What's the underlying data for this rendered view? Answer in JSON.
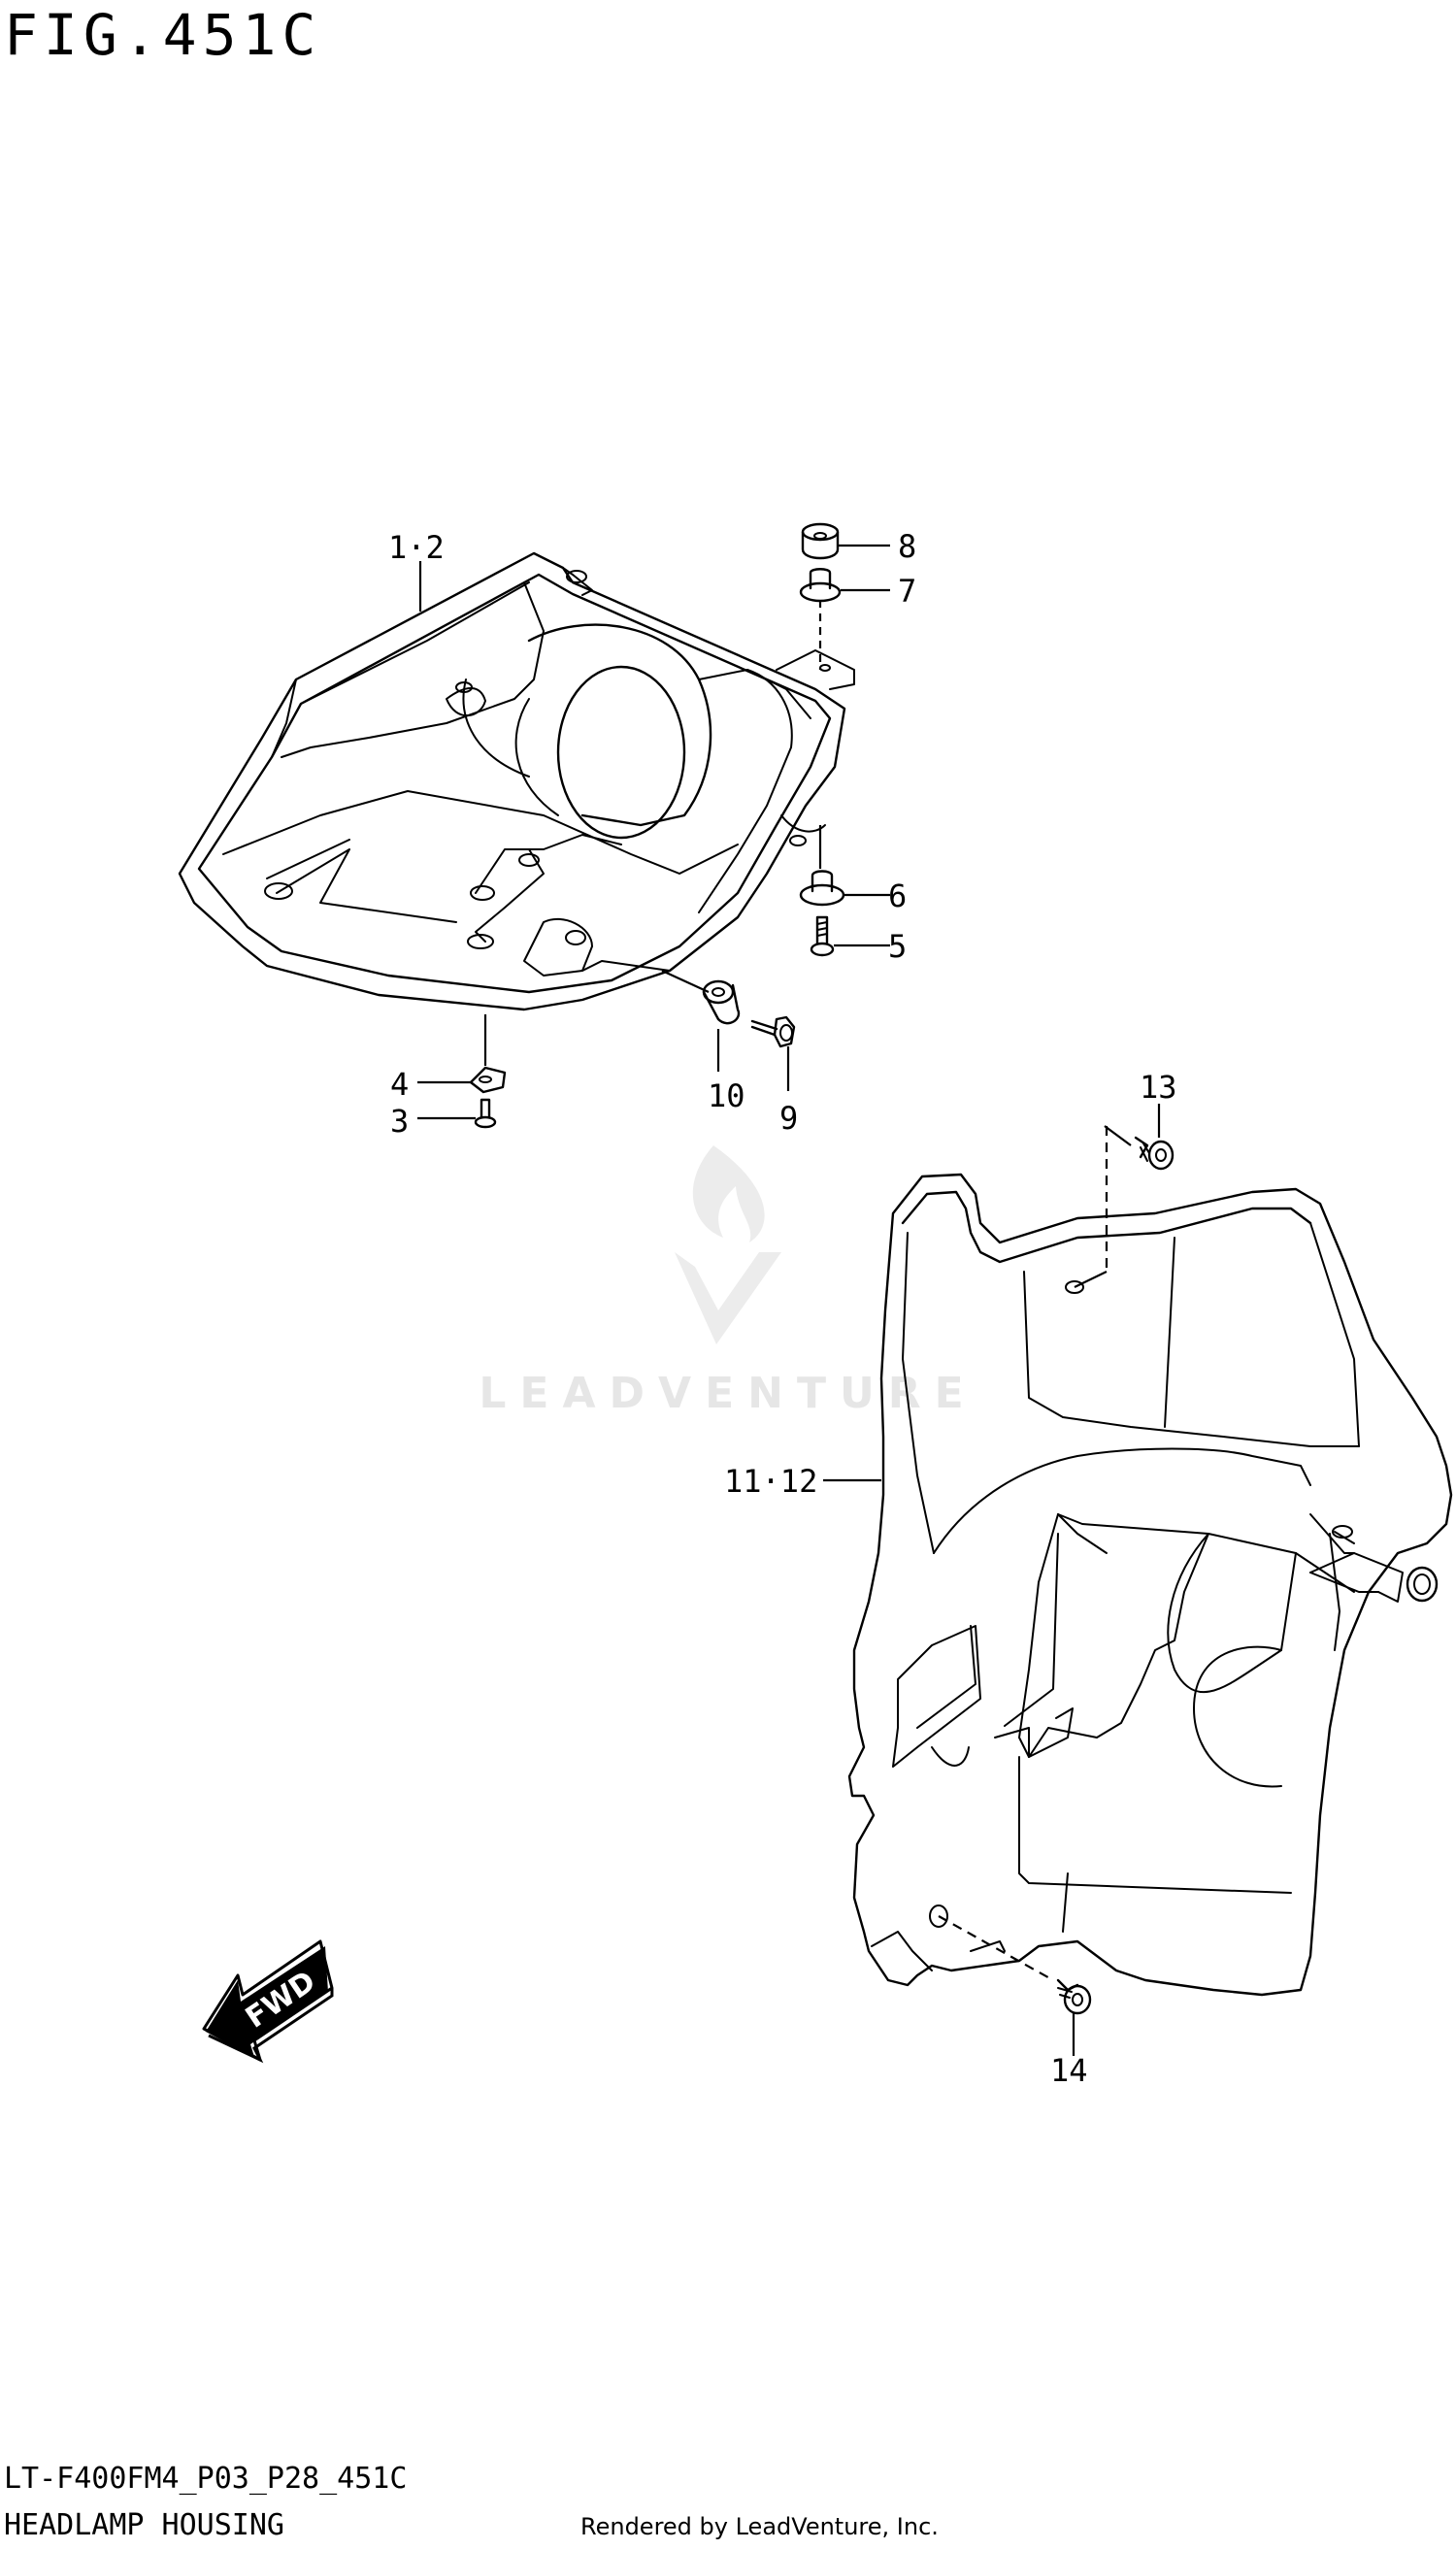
{
  "figure": {
    "title": "FIG.451C",
    "model_code": "LT-F400FM4_P03_P28_451C",
    "name": "HEADLAMP HOUSING",
    "credit": "Rendered by LeadVenture, Inc."
  },
  "watermark": {
    "text": "LEADVENTURE"
  },
  "fwd_arrow": {
    "label": "FWD"
  },
  "callouts": [
    {
      "id": "1-2",
      "label": "1·2"
    },
    {
      "id": "3",
      "label": "3"
    },
    {
      "id": "4",
      "label": "4"
    },
    {
      "id": "5",
      "label": "5"
    },
    {
      "id": "6",
      "label": "6"
    },
    {
      "id": "7",
      "label": "7"
    },
    {
      "id": "8",
      "label": "8"
    },
    {
      "id": "9",
      "label": "9"
    },
    {
      "id": "10",
      "label": "10"
    },
    {
      "id": "11-12",
      "label": "11·12"
    },
    {
      "id": "13",
      "label": "13"
    },
    {
      "id": "14",
      "label": "14"
    }
  ]
}
